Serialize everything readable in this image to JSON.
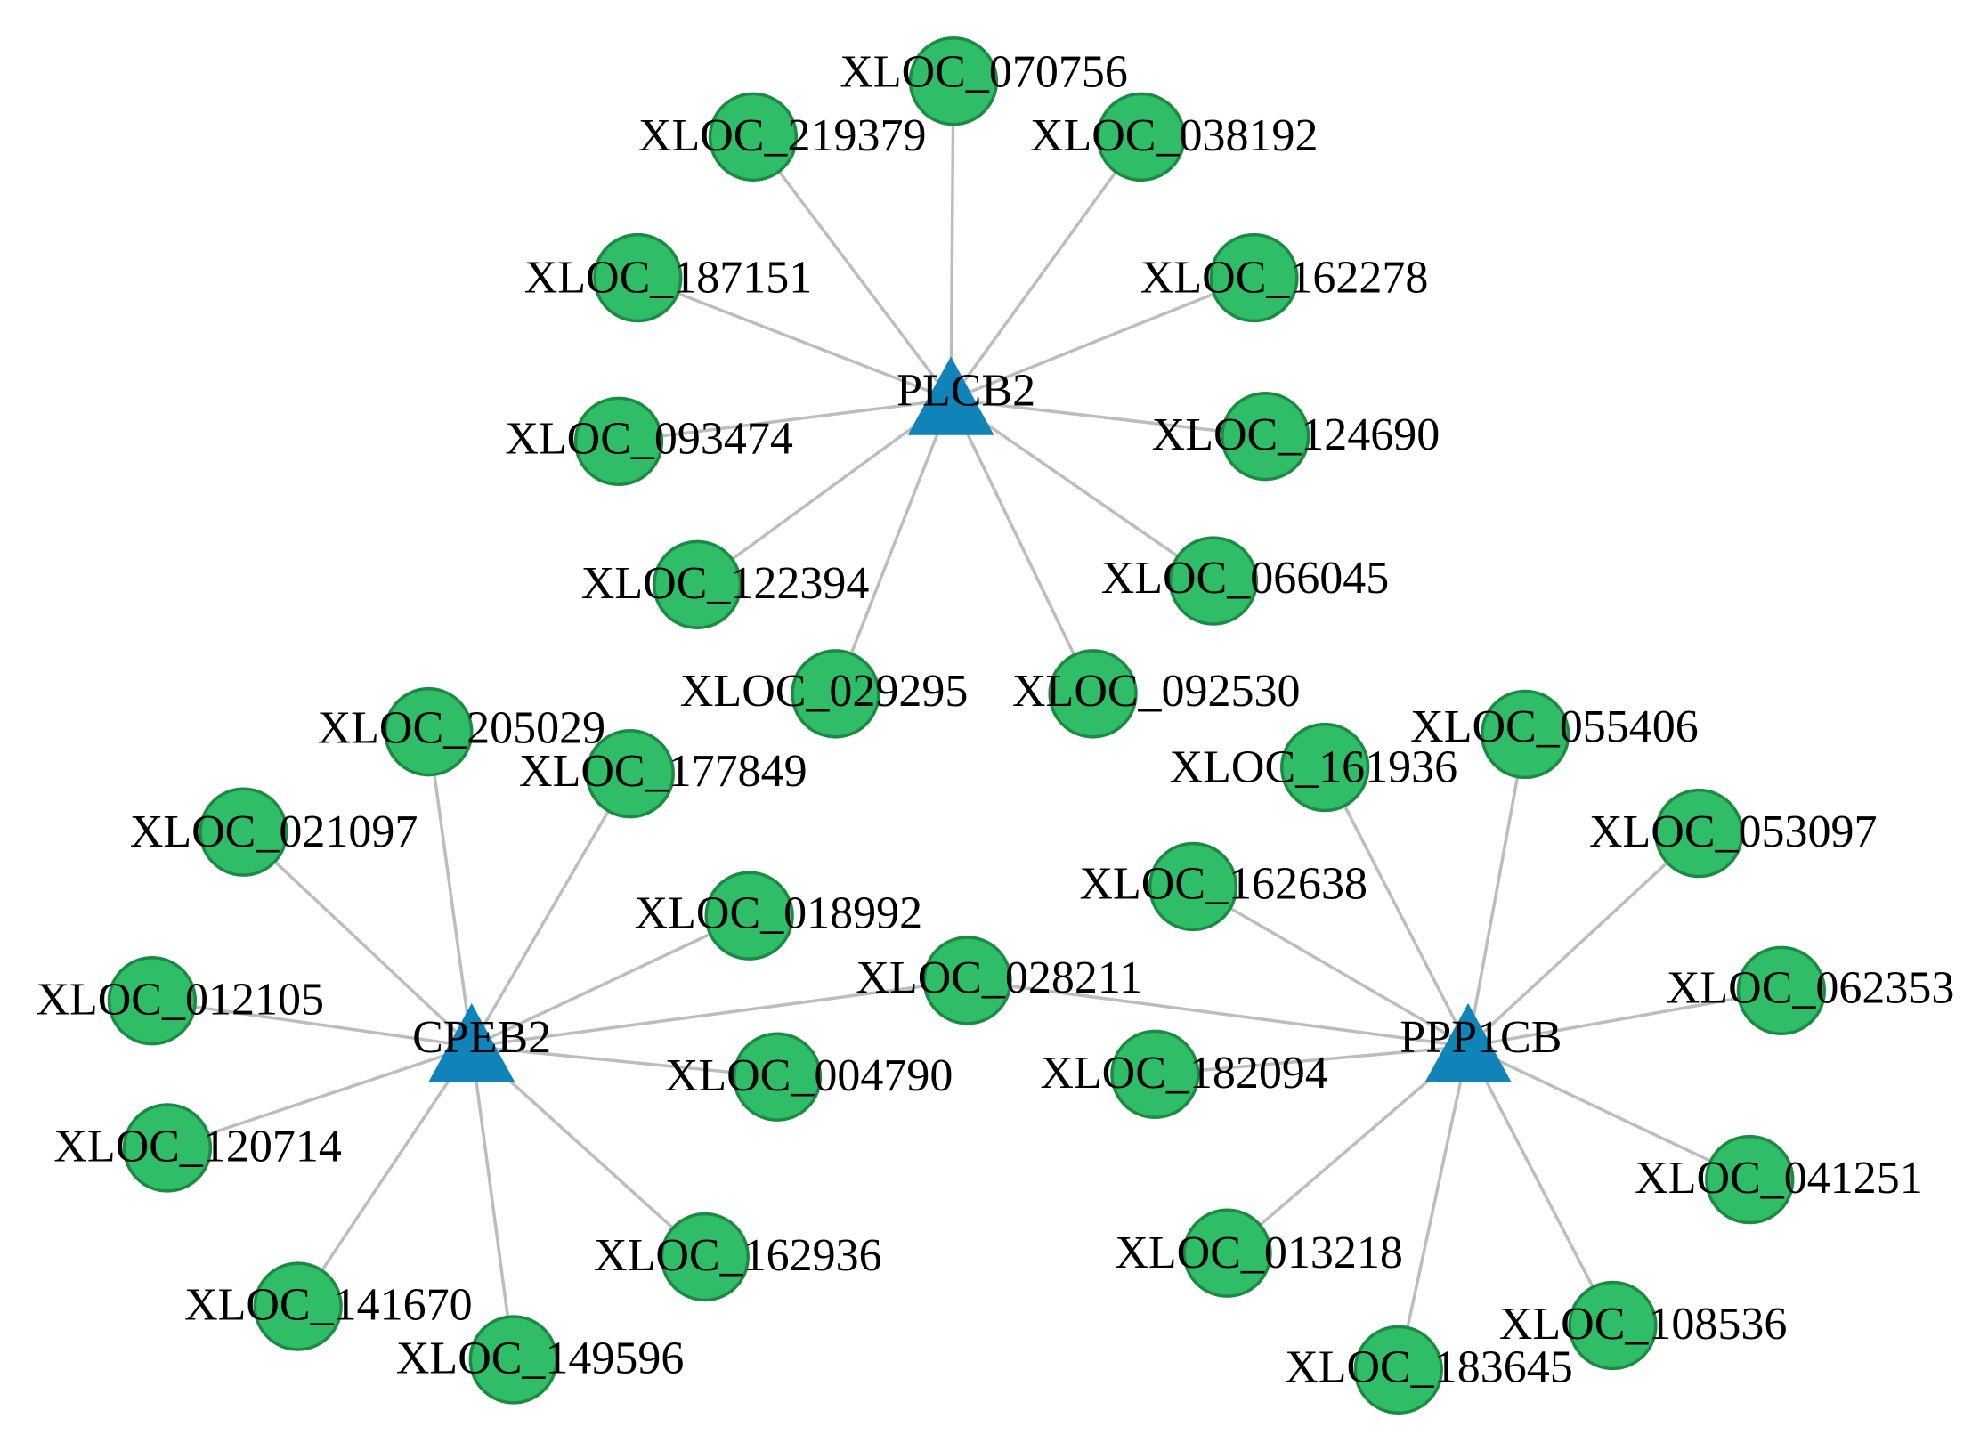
{
  "colors": {
    "lncrna_fill": "#2fbd68",
    "lncrna_stroke": "#1c8a43",
    "gene_fill": "#1084b8",
    "edge": "#bdbdbd"
  },
  "hubs": [
    {
      "id": "PLCB2",
      "label": "PLCB2"
    },
    {
      "id": "CPEB2",
      "label": "CPEB2"
    },
    {
      "id": "PPP1CB",
      "label": "PPP1CB"
    }
  ],
  "nodes": [
    {
      "id": "n070756",
      "label": "XLOC_070756"
    },
    {
      "id": "n219379",
      "label": "XLOC_219379"
    },
    {
      "id": "n038192",
      "label": "XLOC_038192"
    },
    {
      "id": "n187151",
      "label": "XLOC_187151"
    },
    {
      "id": "n162278",
      "label": "XLOC_162278"
    },
    {
      "id": "n093474",
      "label": "XLOC_093474"
    },
    {
      "id": "n124690",
      "label": "XLOC_124690"
    },
    {
      "id": "n122394",
      "label": "XLOC_122394"
    },
    {
      "id": "n066045",
      "label": "XLOC_066045"
    },
    {
      "id": "n029295",
      "label": "XLOC_029295"
    },
    {
      "id": "n092530",
      "label": "XLOC_092530"
    },
    {
      "id": "n205029",
      "label": "XLOC_205029"
    },
    {
      "id": "n177849",
      "label": "XLOC_177849"
    },
    {
      "id": "n021097",
      "label": "XLOC_021097"
    },
    {
      "id": "n018992",
      "label": "XLOC_018992"
    },
    {
      "id": "n012105",
      "label": "XLOC_012105"
    },
    {
      "id": "n028211",
      "label": "XLOC_028211"
    },
    {
      "id": "n004790",
      "label": "XLOC_004790"
    },
    {
      "id": "n120714",
      "label": "XLOC_120714"
    },
    {
      "id": "n162936",
      "label": "XLOC_162936"
    },
    {
      "id": "n141670",
      "label": "XLOC_141670"
    },
    {
      "id": "n149596",
      "label": "XLOC_149596"
    },
    {
      "id": "n055406",
      "label": "XLOC_055406"
    },
    {
      "id": "n161936",
      "label": "XLOC_161936"
    },
    {
      "id": "n053097",
      "label": "XLOC_053097"
    },
    {
      "id": "n162638",
      "label": "XLOC_162638"
    },
    {
      "id": "n062353",
      "label": "XLOC_062353"
    },
    {
      "id": "n182094",
      "label": "XLOC_182094"
    },
    {
      "id": "n041251",
      "label": "XLOC_041251"
    },
    {
      "id": "n013218",
      "label": "XLOC_013218"
    },
    {
      "id": "n108536",
      "label": "XLOC_108536"
    },
    {
      "id": "n183645",
      "label": "XLOC_183645"
    }
  ],
  "edges": [
    [
      "PLCB2",
      "n070756"
    ],
    [
      "PLCB2",
      "n219379"
    ],
    [
      "PLCB2",
      "n038192"
    ],
    [
      "PLCB2",
      "n187151"
    ],
    [
      "PLCB2",
      "n162278"
    ],
    [
      "PLCB2",
      "n093474"
    ],
    [
      "PLCB2",
      "n124690"
    ],
    [
      "PLCB2",
      "n122394"
    ],
    [
      "PLCB2",
      "n066045"
    ],
    [
      "PLCB2",
      "n029295"
    ],
    [
      "PLCB2",
      "n092530"
    ],
    [
      "CPEB2",
      "n205029"
    ],
    [
      "CPEB2",
      "n177849"
    ],
    [
      "CPEB2",
      "n021097"
    ],
    [
      "CPEB2",
      "n018992"
    ],
    [
      "CPEB2",
      "n012105"
    ],
    [
      "CPEB2",
      "n028211"
    ],
    [
      "CPEB2",
      "n004790"
    ],
    [
      "CPEB2",
      "n120714"
    ],
    [
      "CPEB2",
      "n162936"
    ],
    [
      "CPEB2",
      "n141670"
    ],
    [
      "CPEB2",
      "n149596"
    ],
    [
      "PPP1CB",
      "n055406"
    ],
    [
      "PPP1CB",
      "n161936"
    ],
    [
      "PPP1CB",
      "n053097"
    ],
    [
      "PPP1CB",
      "n162638"
    ],
    [
      "PPP1CB",
      "n062353"
    ],
    [
      "PPP1CB",
      "n028211"
    ],
    [
      "PPP1CB",
      "n182094"
    ],
    [
      "PPP1CB",
      "n041251"
    ],
    [
      "PPP1CB",
      "n013218"
    ],
    [
      "PPP1CB",
      "n108536"
    ],
    [
      "PPP1CB",
      "n183645"
    ]
  ]
}
